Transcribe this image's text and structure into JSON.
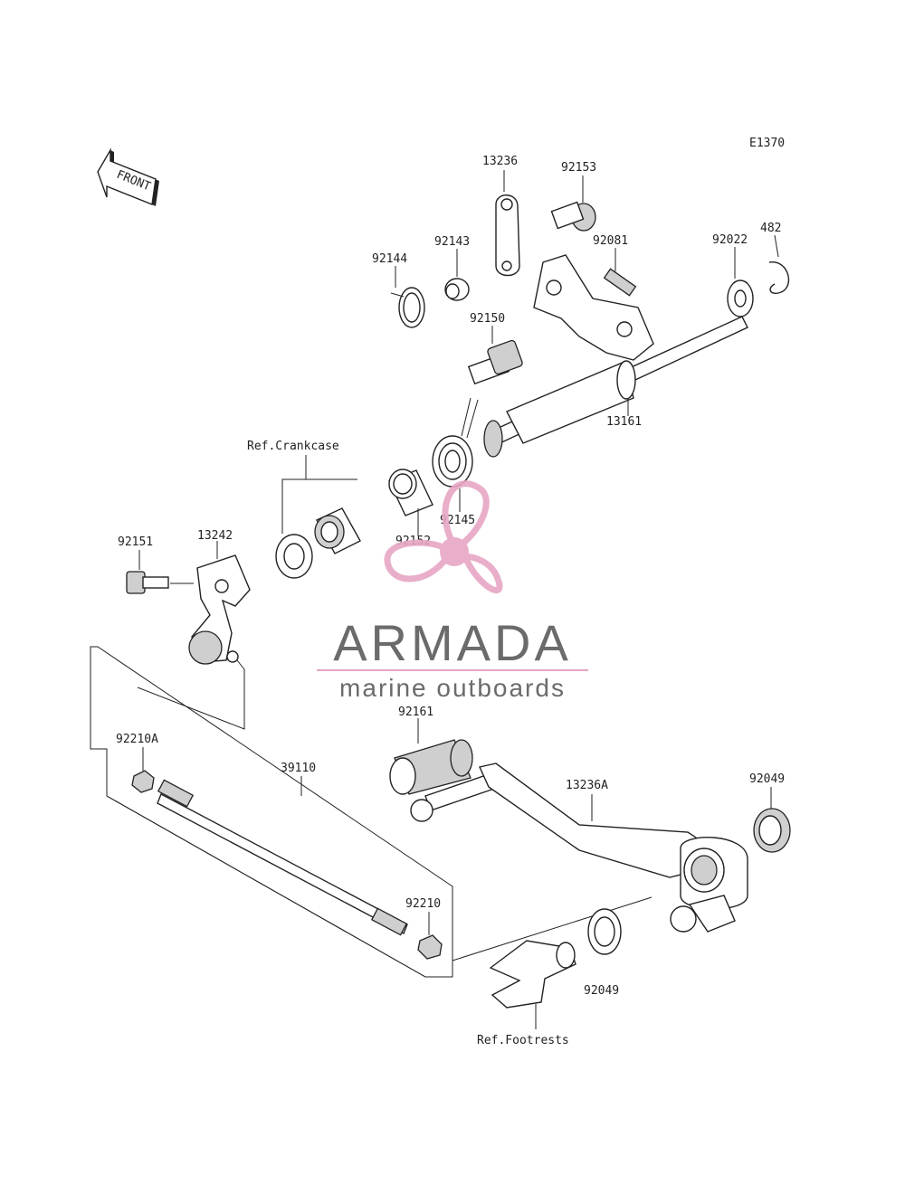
{
  "diagram_code": "E1370",
  "front_arrow": {
    "text": "FRONT",
    "icon": "front-arrow-icon"
  },
  "callouts": {
    "p13236": "13236",
    "p92153": "92153",
    "p92144": "92144",
    "p92143": "92143",
    "p92081": "92081",
    "p92022": "92022",
    "p482": "482",
    "p92150": "92150",
    "p13161": "13161",
    "ref_crankcase": "Ref.Crankcase",
    "p92145": "92145",
    "p92152": "92152",
    "p92151": "92151",
    "p13242": "13242",
    "p92161": "92161",
    "p13236A": "13236A",
    "p92049_top": "92049",
    "p92210A": "92210A",
    "p39110": "39110",
    "p92210": "92210",
    "p92049_bottom": "92049",
    "ref_footrests": "Ref.Footrests"
  },
  "watermark": {
    "brand": "ARMADA",
    "tagline": "marine outboards",
    "logo_icon": "propeller-logo-icon",
    "colors": {
      "brand_text": "#6b6b6b",
      "tagline_text": "#6b6b6b",
      "logo_pink": "#e7a6c4",
      "rule_pink": "#e7a6c4"
    }
  }
}
